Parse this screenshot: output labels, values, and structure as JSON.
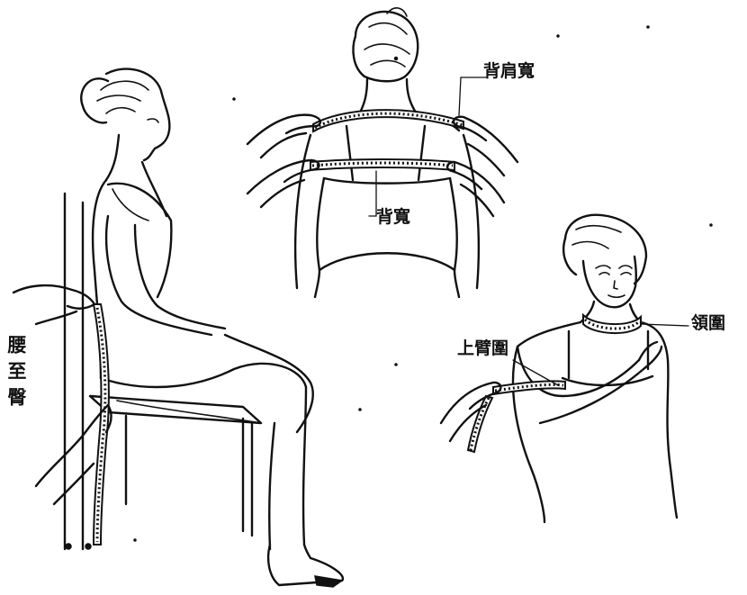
{
  "labels": {
    "back_shoulder_width": "背肩寬",
    "back_width": "背寬",
    "neck_circumference": "領圍",
    "upper_arm_circumference": "上臂圍",
    "waist_to_hip": "腰至臀"
  },
  "colors": {
    "ink": "#111111",
    "paper": "#ffffff"
  }
}
